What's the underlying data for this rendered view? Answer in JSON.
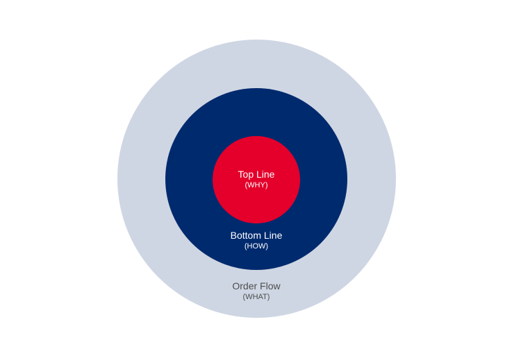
{
  "diagram": {
    "rings": [
      {
        "id": "outer",
        "title": "Order Flow",
        "subtitle": "(WHAT)",
        "fill": "#cfd6e3",
        "text_color": "#4d4d4d"
      },
      {
        "id": "middle",
        "title": "Bottom Line",
        "subtitle": "(HOW)",
        "fill": "#002a6e",
        "text_color": "#ffffff"
      },
      {
        "id": "inner",
        "title": "Top Line",
        "subtitle": "(WHY)",
        "fill": "#e4002b",
        "text_color": "#ffffff"
      }
    ]
  }
}
